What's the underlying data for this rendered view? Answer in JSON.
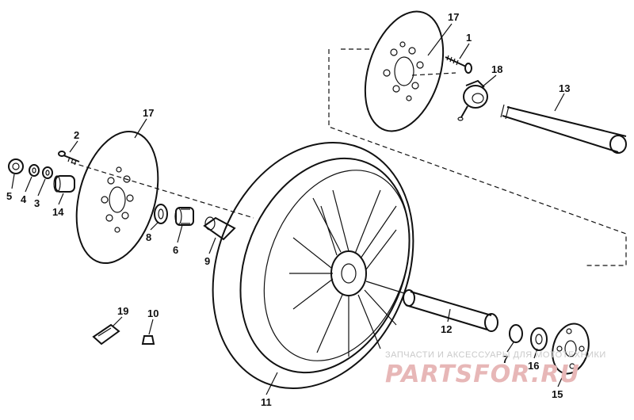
{
  "callouts": {
    "c1": "1",
    "c2": "2",
    "c3": "3",
    "c4": "4",
    "c5": "5",
    "c6": "6",
    "c7": "7",
    "c8": "8",
    "c9": "9",
    "c10": "10",
    "c11": "11",
    "c12": "12",
    "c13": "13",
    "c14": "14",
    "c15": "15",
    "c16": "16",
    "c17a": "17",
    "c17b": "17",
    "c18": "18",
    "c19": "19"
  },
  "watermark": {
    "caption": "ЗАПЧАСТИ И АКСЕССУАРЫ ДЛЯ МОТОТЕХНИКИ",
    "logo": "PARTSFOR.RU"
  },
  "colors": {
    "line": "#111111",
    "watermark_caption": "#c9c9c9",
    "watermark_logo": "#e7b7b7"
  }
}
